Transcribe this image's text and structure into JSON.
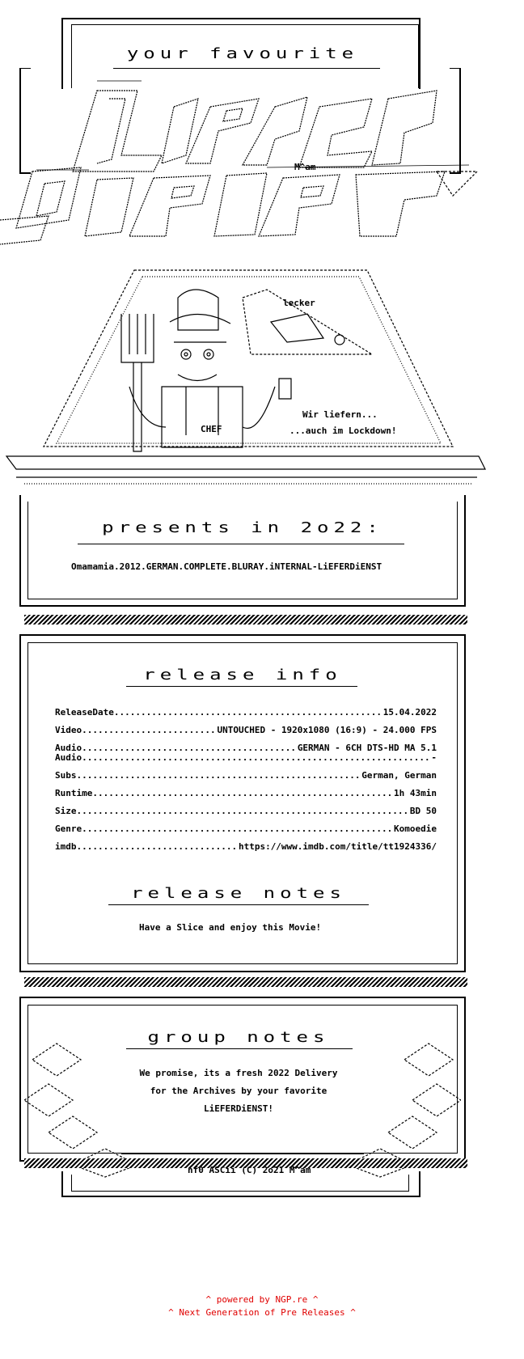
{
  "header": {
    "tagline": "your favourite",
    "group_name": "LiEFERDiENST",
    "artist_tag": "M^am"
  },
  "hero": {
    "speech_tasty": "lecker",
    "chef_label": "CHEF",
    "slogan_line1": "Wir liefern...",
    "slogan_line2": "...auch im Lockdown!"
  },
  "presents": {
    "heading": "presents in 2o22:",
    "release_name": "Omamamia.2012.GERMAN.COMPLETE.BLURAY.iNTERNAL-LiEFERDiENST"
  },
  "release_info": {
    "heading": "release info",
    "rows": [
      {
        "key": "ReleaseDate",
        "value": "15.04.2022"
      },
      {
        "key": "Video",
        "value": "UNTOUCHED - 1920x1080 (16:9) - 24.000 FPS"
      },
      {
        "key": "Audio",
        "value": "GERMAN - 6CH DTS-HD MA 5.1"
      },
      {
        "key": "Audio",
        "value": "-"
      },
      {
        "key": "Subs",
        "value": "German, German"
      },
      {
        "key": "Runtime",
        "value": "1h 43min"
      },
      {
        "key": "Size",
        "value": "BD 50"
      },
      {
        "key": "Genre",
        "value": "Komoedie"
      },
      {
        "key": "imdb",
        "value": "https://www.imdb.com/title/tt1924336/"
      }
    ]
  },
  "release_notes": {
    "heading": "release notes",
    "text": "Have a Slice and enjoy this Movie!"
  },
  "group_notes": {
    "heading": "group notes",
    "line1": "We promise, its a fresh 2022 Delivery",
    "line2": "for the Archives by your favorite",
    "line3": "LiEFERDiENST!"
  },
  "credit": {
    "text": "nf0 ASCii (C) 2o21 M^am"
  },
  "footer": {
    "line1": "^ powered by NGP.re ^",
    "line2": "^ Next Generation of Pre Releases ^"
  }
}
